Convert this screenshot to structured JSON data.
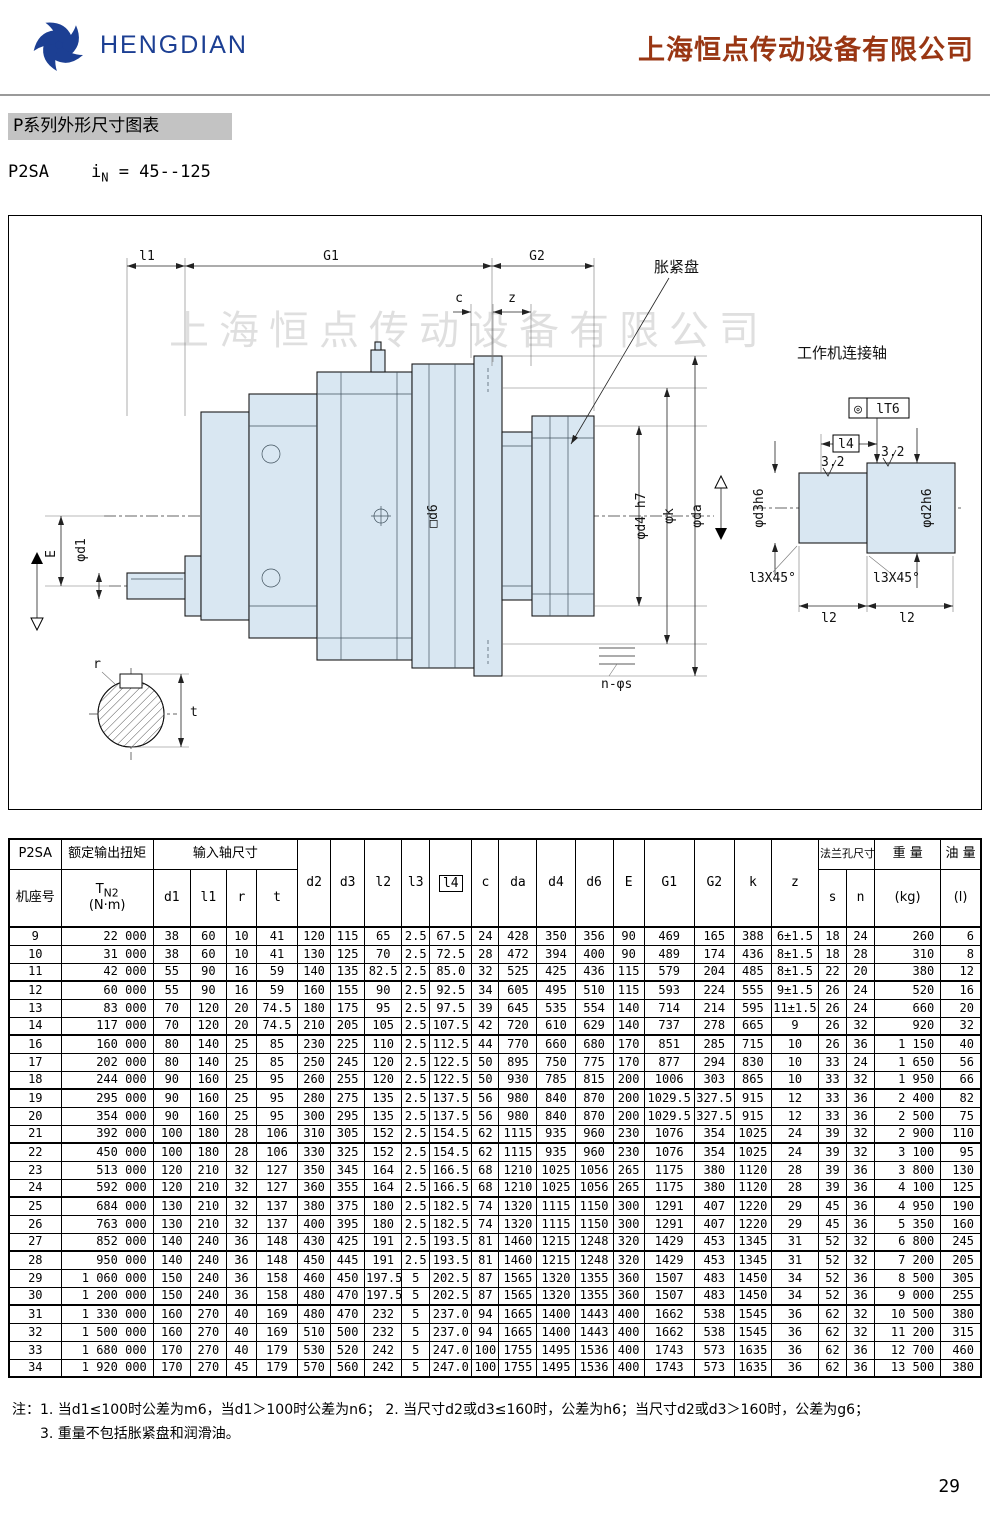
{
  "header": {
    "logo_text": "HENGDIAN",
    "company_name": "上海恒点传动设备有限公司"
  },
  "titles": {
    "section": "P系列外形尺寸图表",
    "model": "P2SA",
    "ratio_i": "i",
    "ratio_sub": "N",
    "ratio_value": "= 45--125"
  },
  "drawing": {
    "watermark": "上海恒点传动设备有限公司",
    "labels": {
      "l1": "l1",
      "G1": "G1",
      "G2": "G2",
      "c": "c",
      "z": "z",
      "shrink_disk": "胀紧盘",
      "work_shaft": "工作机连接轴",
      "E": "E",
      "phi_d1": "φd1",
      "box_d6": "□d6",
      "phi_d4h7": "φd4 h7",
      "phi_k": "φk",
      "phi_da": "φda",
      "n_phi_s": "n-φs",
      "r": "r",
      "t": "t",
      "tol_sym": "◎",
      "tol_val": "lT6",
      "l4": "l4",
      "ra_left": "3.2",
      "ra_right": "3.2",
      "phi_d3h6": "φd3h6",
      "phi_d2h6": "φd2h6",
      "chamfer_left": "l3X45°",
      "chamfer_right": "l3X45°",
      "l2_left": "l2",
      "l2_right": "l2"
    }
  },
  "table": {
    "header": {
      "model": "P2SA",
      "frame_no": "机座号",
      "torque_title": "额定输出扭矩",
      "torque_sym": "T",
      "torque_sub": "N2",
      "torque_unit": "(N·m)",
      "input_shaft": "输入轴尺寸",
      "sub_cols": [
        "d1",
        "l1",
        "r",
        "t"
      ],
      "span_cols": [
        "d2",
        "d3",
        "l2",
        "l3",
        "l4",
        "c",
        "da",
        "d4",
        "d6",
        "E",
        "G1",
        "G2",
        "k",
        "z"
      ],
      "flange": "法兰孔尺寸",
      "flange_cols": [
        "s",
        "n"
      ],
      "weight_title": "重 量",
      "weight_unit": "(kg)",
      "oil_title": "油 量",
      "oil_unit": "(l)"
    },
    "row_groups": [
      [
        [
          "9",
          "22 000",
          "38",
          "60",
          "10",
          "41",
          "120",
          "115",
          "65",
          "2.5",
          "67.5",
          "24",
          "428",
          "350",
          "356",
          "90",
          "469",
          "165",
          "388",
          "6±1.5",
          "18",
          "24",
          "260",
          "6"
        ],
        [
          "10",
          "31 000",
          "38",
          "60",
          "10",
          "41",
          "130",
          "125",
          "70",
          "2.5",
          "72.5",
          "28",
          "472",
          "394",
          "400",
          "90",
          "489",
          "174",
          "436",
          "8±1.5",
          "18",
          "28",
          "310",
          "8"
        ],
        [
          "11",
          "42 000",
          "55",
          "90",
          "16",
          "59",
          "140",
          "135",
          "82.5",
          "2.5",
          "85.0",
          "32",
          "525",
          "425",
          "436",
          "115",
          "579",
          "204",
          "485",
          "8±1.5",
          "22",
          "20",
          "380",
          "12"
        ]
      ],
      [
        [
          "12",
          "60 000",
          "55",
          "90",
          "16",
          "59",
          "160",
          "155",
          "90",
          "2.5",
          "92.5",
          "34",
          "605",
          "495",
          "510",
          "115",
          "593",
          "224",
          "555",
          "9±1.5",
          "26",
          "24",
          "520",
          "16"
        ],
        [
          "13",
          "83 000",
          "70",
          "120",
          "20",
          "74.5",
          "180",
          "175",
          "95",
          "2.5",
          "97.5",
          "39",
          "645",
          "535",
          "554",
          "140",
          "714",
          "214",
          "595",
          "11±1.5",
          "26",
          "24",
          "660",
          "20"
        ],
        [
          "14",
          "117 000",
          "70",
          "120",
          "20",
          "74.5",
          "210",
          "205",
          "105",
          "2.5",
          "107.5",
          "42",
          "720",
          "610",
          "629",
          "140",
          "737",
          "278",
          "665",
          "9",
          "26",
          "32",
          "920",
          "32"
        ]
      ],
      [
        [
          "16",
          "160 000",
          "80",
          "140",
          "25",
          "85",
          "230",
          "225",
          "110",
          "2.5",
          "112.5",
          "44",
          "770",
          "660",
          "680",
          "170",
          "851",
          "285",
          "715",
          "10",
          "26",
          "36",
          "1 150",
          "40"
        ],
        [
          "17",
          "202 000",
          "80",
          "140",
          "25",
          "85",
          "250",
          "245",
          "120",
          "2.5",
          "122.5",
          "50",
          "895",
          "750",
          "775",
          "170",
          "877",
          "294",
          "830",
          "10",
          "33",
          "24",
          "1 650",
          "56"
        ],
        [
          "18",
          "244 000",
          "90",
          "160",
          "25",
          "95",
          "260",
          "255",
          "120",
          "2.5",
          "122.5",
          "50",
          "930",
          "785",
          "815",
          "200",
          "1006",
          "303",
          "865",
          "10",
          "33",
          "32",
          "1 950",
          "66"
        ]
      ],
      [
        [
          "19",
          "295 000",
          "90",
          "160",
          "25",
          "95",
          "280",
          "275",
          "135",
          "2.5",
          "137.5",
          "56",
          "980",
          "840",
          "870",
          "200",
          "1029.5",
          "327.5",
          "915",
          "12",
          "33",
          "36",
          "2 400",
          "82"
        ],
        [
          "20",
          "354 000",
          "90",
          "160",
          "25",
          "95",
          "300",
          "295",
          "135",
          "2.5",
          "137.5",
          "56",
          "980",
          "840",
          "870",
          "200",
          "1029.5",
          "327.5",
          "915",
          "12",
          "33",
          "36",
          "2 500",
          "75"
        ],
        [
          "21",
          "392 000",
          "100",
          "180",
          "28",
          "106",
          "310",
          "305",
          "152",
          "2.5",
          "154.5",
          "62",
          "1115",
          "935",
          "960",
          "230",
          "1076",
          "354",
          "1025",
          "24",
          "39",
          "32",
          "2 900",
          "110"
        ]
      ],
      [
        [
          "22",
          "450 000",
          "100",
          "180",
          "28",
          "106",
          "330",
          "325",
          "152",
          "2.5",
          "154.5",
          "62",
          "1115",
          "935",
          "960",
          "230",
          "1076",
          "354",
          "1025",
          "24",
          "39",
          "32",
          "3 100",
          "95"
        ],
        [
          "23",
          "513 000",
          "120",
          "210",
          "32",
          "127",
          "350",
          "345",
          "164",
          "2.5",
          "166.5",
          "68",
          "1210",
          "1025",
          "1056",
          "265",
          "1175",
          "380",
          "1120",
          "28",
          "39",
          "36",
          "3 800",
          "130"
        ],
        [
          "24",
          "592 000",
          "120",
          "210",
          "32",
          "127",
          "360",
          "355",
          "164",
          "2.5",
          "166.5",
          "68",
          "1210",
          "1025",
          "1056",
          "265",
          "1175",
          "380",
          "1120",
          "28",
          "39",
          "36",
          "4 100",
          "125"
        ]
      ],
      [
        [
          "25",
          "684 000",
          "130",
          "210",
          "32",
          "137",
          "380",
          "375",
          "180",
          "2.5",
          "182.5",
          "74",
          "1320",
          "1115",
          "1150",
          "300",
          "1291",
          "407",
          "1220",
          "29",
          "45",
          "36",
          "4 950",
          "190"
        ],
        [
          "26",
          "763 000",
          "130",
          "210",
          "32",
          "137",
          "400",
          "395",
          "180",
          "2.5",
          "182.5",
          "74",
          "1320",
          "1115",
          "1150",
          "300",
          "1291",
          "407",
          "1220",
          "29",
          "45",
          "36",
          "5 350",
          "160"
        ],
        [
          "27",
          "852 000",
          "140",
          "240",
          "36",
          "148",
          "430",
          "425",
          "191",
          "2.5",
          "193.5",
          "81",
          "1460",
          "1215",
          "1248",
          "320",
          "1429",
          "453",
          "1345",
          "31",
          "52",
          "32",
          "6 800",
          "245"
        ]
      ],
      [
        [
          "28",
          "950 000",
          "140",
          "240",
          "36",
          "148",
          "450",
          "445",
          "191",
          "2.5",
          "193.5",
          "81",
          "1460",
          "1215",
          "1248",
          "320",
          "1429",
          "453",
          "1345",
          "31",
          "52",
          "32",
          "7 200",
          "205"
        ],
        [
          "29",
          "1 060 000",
          "150",
          "240",
          "36",
          "158",
          "460",
          "450",
          "197.5",
          "5",
          "202.5",
          "87",
          "1565",
          "1320",
          "1355",
          "360",
          "1507",
          "483",
          "1450",
          "34",
          "52",
          "36",
          "8 500",
          "305"
        ],
        [
          "30",
          "1 200 000",
          "150",
          "240",
          "36",
          "158",
          "480",
          "470",
          "197.5",
          "5",
          "202.5",
          "87",
          "1565",
          "1320",
          "1355",
          "360",
          "1507",
          "483",
          "1450",
          "34",
          "52",
          "36",
          "9 000",
          "255"
        ]
      ],
      [
        [
          "31",
          "1 330 000",
          "160",
          "270",
          "40",
          "169",
          "480",
          "470",
          "232",
          "5",
          "237.0",
          "94",
          "1665",
          "1400",
          "1443",
          "400",
          "1662",
          "538",
          "1545",
          "36",
          "62",
          "32",
          "10 500",
          "380"
        ],
        [
          "32",
          "1 500 000",
          "160",
          "270",
          "40",
          "169",
          "510",
          "500",
          "232",
          "5",
          "237.0",
          "94",
          "1665",
          "1400",
          "1443",
          "400",
          "1662",
          "538",
          "1545",
          "36",
          "62",
          "32",
          "11 200",
          "315"
        ],
        [
          "33",
          "1 680 000",
          "170",
          "270",
          "40",
          "179",
          "530",
          "520",
          "242",
          "5",
          "247.0",
          "100",
          "1755",
          "1495",
          "1536",
          "400",
          "1743",
          "573",
          "1635",
          "36",
          "62",
          "36",
          "12 700",
          "460"
        ],
        [
          "34",
          "1 920 000",
          "170",
          "270",
          "45",
          "179",
          "570",
          "560",
          "242",
          "5",
          "247.0",
          "100",
          "1755",
          "1495",
          "1536",
          "400",
          "1743",
          "573",
          "1635",
          "36",
          "62",
          "36",
          "13 500",
          "380"
        ]
      ]
    ]
  },
  "notes": {
    "line1": "注：1. 当d1≤100时公差为m6，当d1＞100时公差为n6；  2. 当尺寸d2或d3≤160时，公差为h6；当尺寸d2或d3＞160时，公差为g6；",
    "line2": "3. 重量不包括胀紧盘和润滑油。"
  },
  "page_number": "29"
}
